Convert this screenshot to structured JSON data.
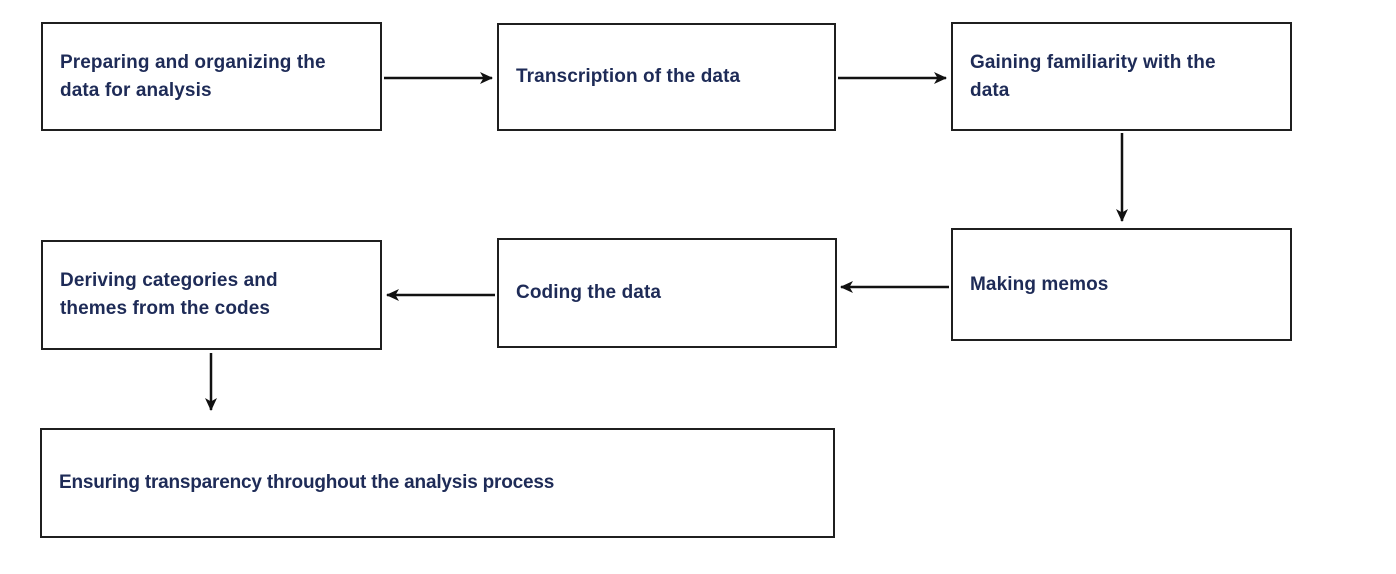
{
  "diagram": {
    "type": "flowchart",
    "background_color": "#ffffff",
    "box_border_color": "#1f1f1f",
    "arrow_color": "#111111",
    "text_color": "#1e2b57",
    "nodes": [
      {
        "id": "preparing",
        "label": "Preparing and organizing the data for analysis"
      },
      {
        "id": "transcription",
        "label": "Transcription of the data"
      },
      {
        "id": "familiarity",
        "label": "Gaining familiarity with the data"
      },
      {
        "id": "memos",
        "label": "Making memos"
      },
      {
        "id": "coding",
        "label": "Coding the data"
      },
      {
        "id": "categories",
        "label": "Deriving categories and themes from the codes"
      },
      {
        "id": "transparency",
        "label": "Ensuring transparency throughout the analysis process"
      }
    ],
    "edges": [
      {
        "from": "preparing",
        "to": "transcription",
        "direction": "right"
      },
      {
        "from": "transcription",
        "to": "familiarity",
        "direction": "right"
      },
      {
        "from": "familiarity",
        "to": "memos",
        "direction": "down"
      },
      {
        "from": "memos",
        "to": "coding",
        "direction": "left"
      },
      {
        "from": "coding",
        "to": "categories",
        "direction": "left"
      },
      {
        "from": "categories",
        "to": "transparency",
        "direction": "down"
      }
    ]
  }
}
